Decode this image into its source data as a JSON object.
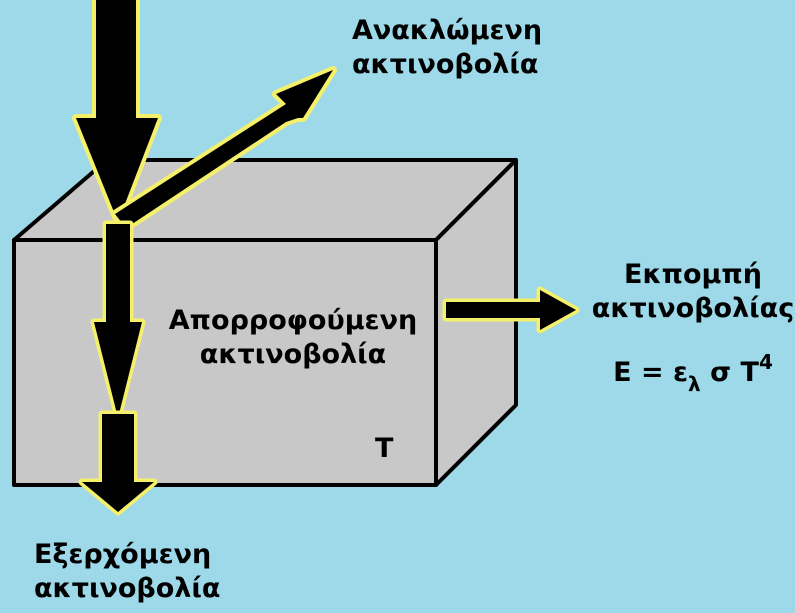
{
  "labels": {
    "reflected_line1": "Ανακλώμενη",
    "reflected_line2": "ακτινοβολία",
    "absorbed_line1": "Απορροφούμενη",
    "absorbed_line2": "ακτινοβολία",
    "transmitted_line1": "Εξερχόμενη",
    "transmitted_line2": "ακτινοβολία",
    "emission_line1": "Εκπομπή",
    "emission_line2": "ακτινοβολίας",
    "temperature": "T"
  },
  "formula": {
    "lhs": "E = ε",
    "sub": "λ",
    "mid": " σ T",
    "sup": "4"
  },
  "colors": {
    "background": "#9dd9e8",
    "box_fill": "#c8c8c8",
    "outline": "#000000",
    "arrow_fill": "#000000",
    "arrow_glow": "#f5f06a"
  }
}
